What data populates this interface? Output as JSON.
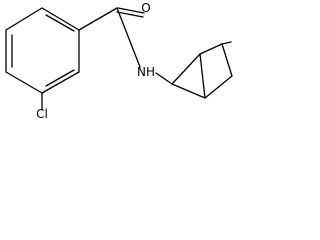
{
  "structure": {
    "atom_labels": {
      "oxygen": "O",
      "nitrogen": "NH",
      "chlorine": "Cl"
    },
    "colors": {
      "bond": "#000000",
      "label": "#000000",
      "background": "#ffffff"
    }
  }
}
